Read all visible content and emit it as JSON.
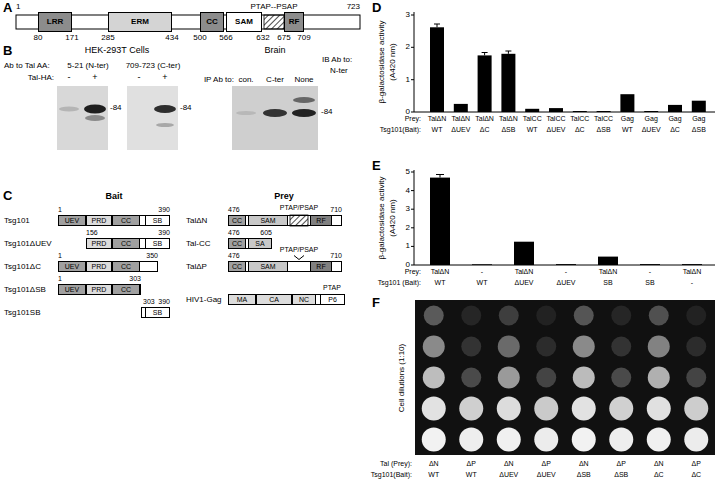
{
  "diagram": {
    "nodes": [
      {
        "text": [
          "LRR"
        ]
      },
      {
        "text": [
          "ERM"
        ]
      },
      {
        "text": [
          "CC"
        ]
      },
      {
        "text": [
          "SAM"
        ]
      },
      {
        "text": [
          "RF"
        ]
      },
      {
        "text": [
          "Tsg101"
        ]
      },
      {
        "text": [
          "UEV"
        ],
        "in": 5
      },
      {
        "text": [
          "PRD"
        ],
        "in": 5
      },
      {
        "text": [
          "CC"
        ],
        "in": 5
      },
      {
        "text": [
          "SB"
        ],
        "in": 5
      },
      {
        "text": [
          "Tsg101ΔUEV"
        ]
      },
      {
        "text": [
          "PRD"
        ],
        "in": 10
      },
      {
        "text": [
          "CC"
        ],
        "in": 10
      },
      {
        "text": [
          "SB"
        ],
        "in": 10
      },
      {
        "text": [
          "Tsg101ΔC"
        ]
      },
      {
        "text": [
          "UEV"
        ],
        "in": 14
      },
      {
        "text": [
          "PRD"
        ],
        "in": 14
      },
      {
        "text": [
          "CC"
        ],
        "in": 14
      },
      {
        "text": [
          "Tsg101ΔSB"
        ]
      },
      {
        "text": [
          "UEV"
        ],
        "in": 18
      },
      {
        "text": [
          "PRD"
        ],
        "in": 18
      },
      {
        "text": [
          "CC"
        ],
        "in": 18
      },
      {
        "text": [
          "Tsg101SB"
        ]
      },
      {
        "text": [
          "SB"
        ],
        "in": 22
      },
      {
        "text": [
          "TalΔN"
        ]
      },
      {
        "text": [
          "CC"
        ],
        "in": 24
      },
      {
        "text": [
          "SAM"
        ],
        "in": 24
      },
      {
        "text": [
          "RF"
        ],
        "in": 24
      },
      {
        "text": [
          "Tal-CC"
        ]
      },
      {
        "text": [
          "CC"
        ],
        "in": 28
      },
      {
        "text": [
          "SA"
        ],
        "in": 28
      },
      {
        "text": [
          "TalΔP"
        ]
      },
      {
        "text": [
          "CC"
        ],
        "in": 31
      },
      {
        "text": [
          "SAM"
        ],
        "in": 31
      },
      {
        "text": [
          "RF"
        ],
        "in": 31
      },
      {
        "text": [
          "HIV1-Gag"
        ]
      },
      {
        "text": [
          "MA"
        ],
        "in": 35
      },
      {
        "text": [
          "CA"
        ],
        "in": 35
      },
      {
        "text": [
          "NC"
        ],
        "in": 35
      },
      {
        "text": [
          "P6"
        ],
        "in": 35
      }
    ],
    "labels": [
      "A",
      "1",
      "723",
      "PTAP--PSAP",
      "80",
      "171",
      "285",
      "434",
      "500",
      "566",
      "632",
      "675",
      "709",
      "B",
      "HEK-293T Cells",
      "Ab to Tal AA:",
      "5-21 (N-ter)",
      "709-723 (C-ter)",
      "Tal-HA:",
      "-",
      "+",
      "-",
      "+",
      "-84",
      "-84",
      "Brain",
      "IP Ab to:",
      "con.",
      "C-ter",
      "None",
      "IB Ab to:",
      "N-ter",
      "-84",
      "C",
      "Bait",
      "Prey",
      "1",
      "390",
      "156",
      "390",
      "1",
      "350",
      "1",
      "303",
      "303",
      "390",
      "476",
      "PTAP/PSAP",
      "710",
      "476",
      "605",
      "476",
      "PTAP/PSAP",
      "710",
      "PTAP",
      "D",
      "β-galactosidase activity",
      "(A420 nm)",
      "0",
      "1",
      "2",
      "3",
      "Prey:",
      "TalΔN",
      "TalΔN",
      "TalΔN",
      "TalΔN",
      "TalCC",
      "TalCC",
      "TalCC",
      "TalCC",
      "Gag",
      "Gag",
      "Gag",
      "Gag",
      "Tsg101(Bait):",
      "WT",
      "ΔUEV",
      "ΔC",
      "ΔSB",
      "WT",
      "ΔUEV",
      "ΔC",
      "ΔSB",
      "WT",
      "ΔUEV",
      "ΔC",
      "ΔSB",
      "E",
      "β-galactosidase activity",
      "(A420 nm)",
      "0",
      "1",
      "2",
      "3",
      "4",
      "5",
      "Prey:",
      "TalΔN",
      "-",
      "TalΔN",
      "-",
      "TalΔN",
      "-",
      "TalΔN",
      "Tsg101 (Bait):",
      "WT",
      "WT",
      "ΔUEV",
      "ΔUEV",
      "SB",
      "SB",
      "-",
      "F",
      "Cell dilutions (1:10)",
      "Tal (Prey):",
      "ΔN",
      "ΔP",
      "ΔN",
      "ΔP",
      "ΔN",
      "ΔP",
      "ΔN",
      "ΔP",
      "Tsg101(Bait):",
      "WT",
      "WT",
      "ΔUEV",
      "ΔUEV",
      "ΔSB",
      "ΔSB",
      "ΔC",
      "ΔC"
    ]
  }
}
